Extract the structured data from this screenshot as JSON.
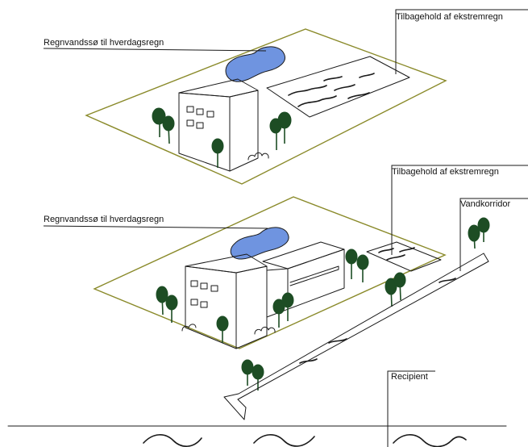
{
  "labels": {
    "top_pond": "Regnvandssø til hverdagsregn",
    "top_retention": "Tilbagehold af ekstremregn",
    "bottom_pond": "Regnvandssø til hverdagsregn",
    "bottom_retention": "Tilbagehold af ekstremregn",
    "corridor": "Vandkorridor",
    "recipient": "Recipient"
  },
  "colors": {
    "site_outline": "#8a8a2a",
    "pond_fill": "#6f94e0",
    "tree": "#1d4d24",
    "ink": "#1a1a1a"
  }
}
